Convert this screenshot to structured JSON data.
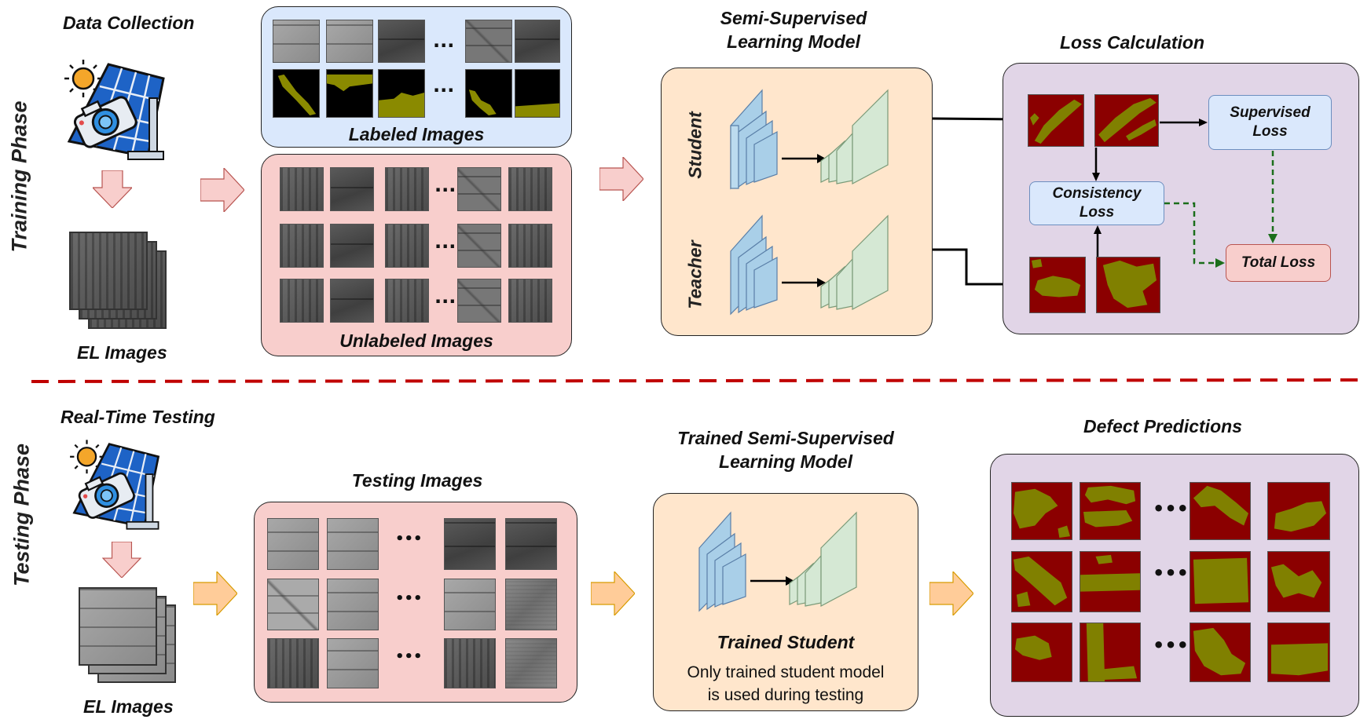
{
  "side_labels": {
    "training": "Training Phase",
    "testing": "Testing Phase"
  },
  "training": {
    "data_collection": "Data Collection",
    "el_images": "EL Images",
    "labeled_images": "Labeled Images",
    "unlabeled_images": "Unlabeled Images",
    "model_title_line1": "Semi-Supervised",
    "model_title_line2": "Learning Model",
    "student": "Student",
    "teacher": "Teacher",
    "loss_title": "Loss Calculation",
    "supervised_loss_line1": "Supervised",
    "supervised_loss_line2": "Loss",
    "consistency_loss_line1": "Consistency",
    "consistency_loss_line2": "Loss",
    "total_loss": "Total Loss",
    "ellipsis": "..."
  },
  "testing": {
    "real_time_testing": "Real-Time Testing",
    "el_images": "EL Images",
    "testing_images": "Testing  Images",
    "model_title_line1": "Trained Semi-Supervised",
    "model_title_line2": "Learning Model",
    "trained_student": "Trained Student",
    "note_line1": "Only trained student model",
    "note_line2": "is used during testing",
    "defect_predictions": "Defect  Predictions",
    "ellipsis": "•••"
  },
  "colors": {
    "labeled_bg": "#dae8fc",
    "unlabeled_bg": "#f8cecc",
    "model_bg": "#ffe6cc",
    "loss_bg": "#e1d5e7",
    "defect_bg": "#8b0000",
    "defect_fg": "#808000",
    "divider": "#c00000",
    "encoder": "#a9cfe8",
    "decoder": "#d5e8d4"
  },
  "icons": [
    "solar-panel-icon",
    "sun-icon",
    "camera-icon",
    "stacked-el-images-icon",
    "encoder-decoder-icon",
    "right-arrow-icon"
  ]
}
